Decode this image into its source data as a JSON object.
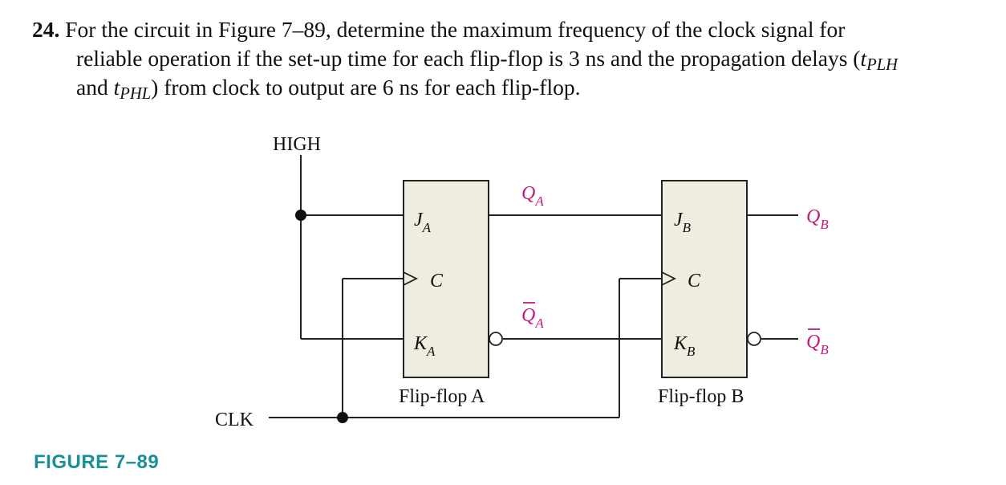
{
  "problem": {
    "number": "24.",
    "line1": "For the circuit in Figure 7–89, determine the maximum frequency of the clock signal for",
    "line2": "reliable operation if the set-up time for each flip-flop is 3 ns and the propagation delays (",
    "t_sym": "t",
    "plh_sub": "PLH",
    "line3_and": "and ",
    "phl_sub": "PHL",
    "line3_rest": ") from clock to output are 6 ns for each flip-flop."
  },
  "figure": {
    "high_label": "HIGH",
    "clk_label": "CLK",
    "flip_flop_a": {
      "label": "Flip-flop A",
      "j": "J",
      "k": "K",
      "c": "C",
      "sub": "A"
    },
    "flip_flop_b": {
      "label": "Flip-flop B",
      "j": "J",
      "k": "K",
      "c": "C",
      "sub": "B"
    },
    "outputs": {
      "q": "Q",
      "qbar": "Q",
      "a_sub": "A",
      "b_sub": "B"
    },
    "colors": {
      "ff_fill": "#efece0",
      "output_label": "#c4197a",
      "wire": "#222222"
    }
  },
  "caption": "FIGURE 7–89"
}
